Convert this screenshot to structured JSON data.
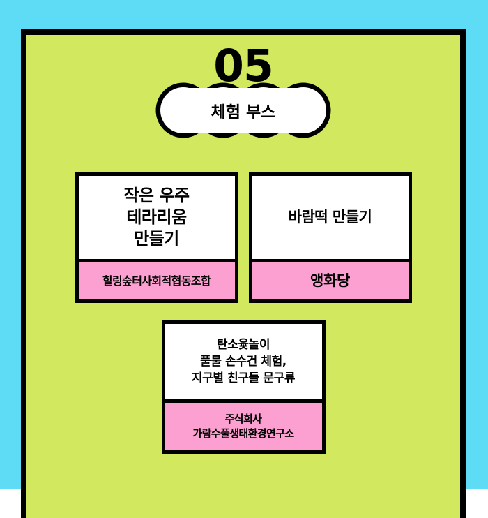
{
  "theme": {
    "outer_background": "#5EDBF5",
    "panel_background": "#D2E85E",
    "frame_color": "#000000",
    "card_background": "#FFFFFF",
    "accent_pink": "#FBA0D0",
    "text_color": "#000000"
  },
  "header": {
    "number": "05",
    "badge_label": "체험 부스"
  },
  "cards": [
    {
      "title": "작은 우주\n테라리움\n만들기",
      "organization": "힐링숲터사회적협동조합"
    },
    {
      "title": "바람떡 만들기",
      "organization": "앵화당"
    },
    {
      "title": "탄소윷놀이\n풀물 손수건 체험,\n지구별 친구들 문구류",
      "organization": "주식회사\n가람수풀생태환경연구소"
    }
  ]
}
